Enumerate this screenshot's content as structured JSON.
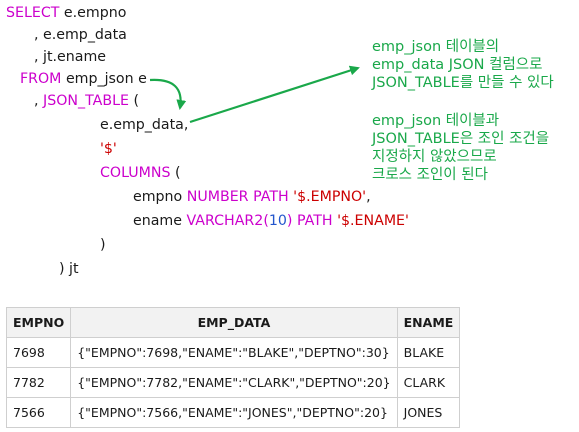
{
  "code": {
    "l1": {
      "kw": "SELECT",
      "text": " e.empno"
    },
    "l2": ", e.emp_data",
    "l3": ", jt.ename",
    "l4": {
      "kw": "FROM",
      "text": " emp_json e"
    },
    "l5": {
      "lead": ", ",
      "kw": "JSON_TABLE",
      "text": " ("
    },
    "l6": "e.emp_data,",
    "l7": "'$'",
    "l8": {
      "kw": "COLUMNS",
      "text": " ("
    },
    "l9": {
      "a": "empno ",
      "kw1": "NUMBER",
      "b": " ",
      "kw2": "PATH",
      "c": " ",
      "str": "'$.EMPNO'",
      "d": ","
    },
    "l10": {
      "a": "ename ",
      "kw1": "VARCHAR2",
      "p1": "(",
      "num": "10",
      "p2": ")",
      "b": " ",
      "kw2": "PATH",
      "c": " ",
      "str": "'$.ENAME'"
    },
    "l11": ")",
    "l12": ") jt"
  },
  "notes": {
    "note1": "emp_json 테이블의\nemp_data JSON 컬럼으로\nJSON_TABLE를 만들 수 있다",
    "note2": "emp_json 테이블과\nJSON_TABLE은 조인 조건을\n지정하지 않았으므로\n크로스 조인이 된다"
  },
  "colors": {
    "keyword": "#cc00cc",
    "string": "#cc0000",
    "number": "#2255cc",
    "note": "#1aa84a"
  },
  "table": {
    "headers": [
      "EMPNO",
      "EMP_DATA",
      "ENAME"
    ],
    "rows": [
      [
        "7698",
        "{\"EMPNO\":7698,\"ENAME\":\"BLAKE\",\"DEPTNO\":30}",
        "BLAKE"
      ],
      [
        "7782",
        "{\"EMPNO\":7782,\"ENAME\":\"CLARK\",\"DEPTNO\":20}",
        "CLARK"
      ],
      [
        "7566",
        "{\"EMPNO\":7566,\"ENAME\":\"JONES\",\"DEPTNO\":20}",
        "JONES"
      ]
    ]
  }
}
